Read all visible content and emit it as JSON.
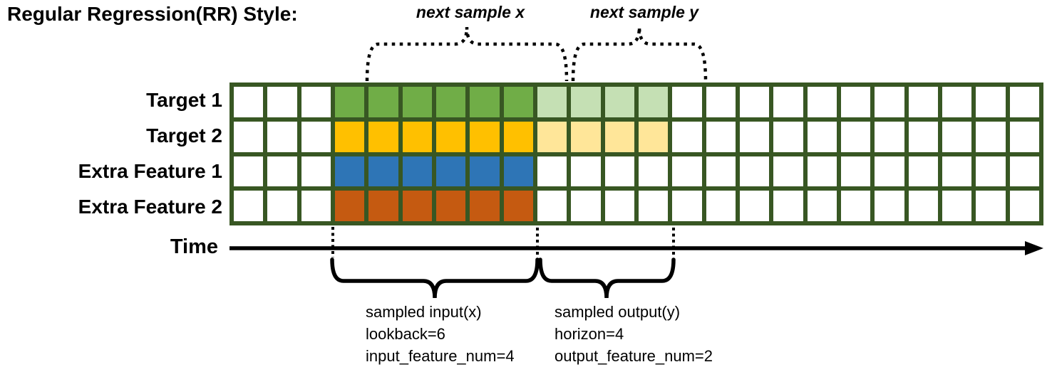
{
  "title": "Regular Regression(RR) Style:",
  "annotations": {
    "next_sample_x": "next sample x",
    "next_sample_y": "next sample y"
  },
  "time_axis": {
    "label": "Time"
  },
  "colors": {
    "grid_border": "#385723",
    "cell_empty": "#ffffff",
    "target1_input": "#70AD47",
    "target1_output": "#C5E0B4",
    "target2_input": "#FFC000",
    "target2_output": "#FFE699",
    "extra1_input": "#2E75B6",
    "extra2_input": "#C55A11",
    "line_black": "#000000"
  },
  "grid": {
    "columns": 24,
    "rows": [
      {
        "label": "Target 1",
        "fill": "#70AD47",
        "fill_light": "#C5E0B4",
        "input_range": [
          3,
          8
        ],
        "output_range": [
          9,
          12
        ]
      },
      {
        "label": "Target 2",
        "fill": "#FFC000",
        "fill_light": "#FFE699",
        "input_range": [
          3,
          8
        ],
        "output_range": [
          9,
          12
        ]
      },
      {
        "label": "Extra Feature 1",
        "fill": "#2E75B6",
        "fill_light": null,
        "input_range": [
          3,
          8
        ],
        "output_range": null
      },
      {
        "label": "Extra Feature 2",
        "fill": "#C55A11",
        "fill_light": null,
        "input_range": [
          3,
          8
        ],
        "output_range": null
      }
    ]
  },
  "input_caption": {
    "line1": "sampled input(x)",
    "line2": "lookback=6",
    "line3": "input_feature_num=4"
  },
  "output_caption": {
    "line1": "sampled output(y)",
    "line2": "horizon=4",
    "line3": "output_feature_num=2"
  }
}
